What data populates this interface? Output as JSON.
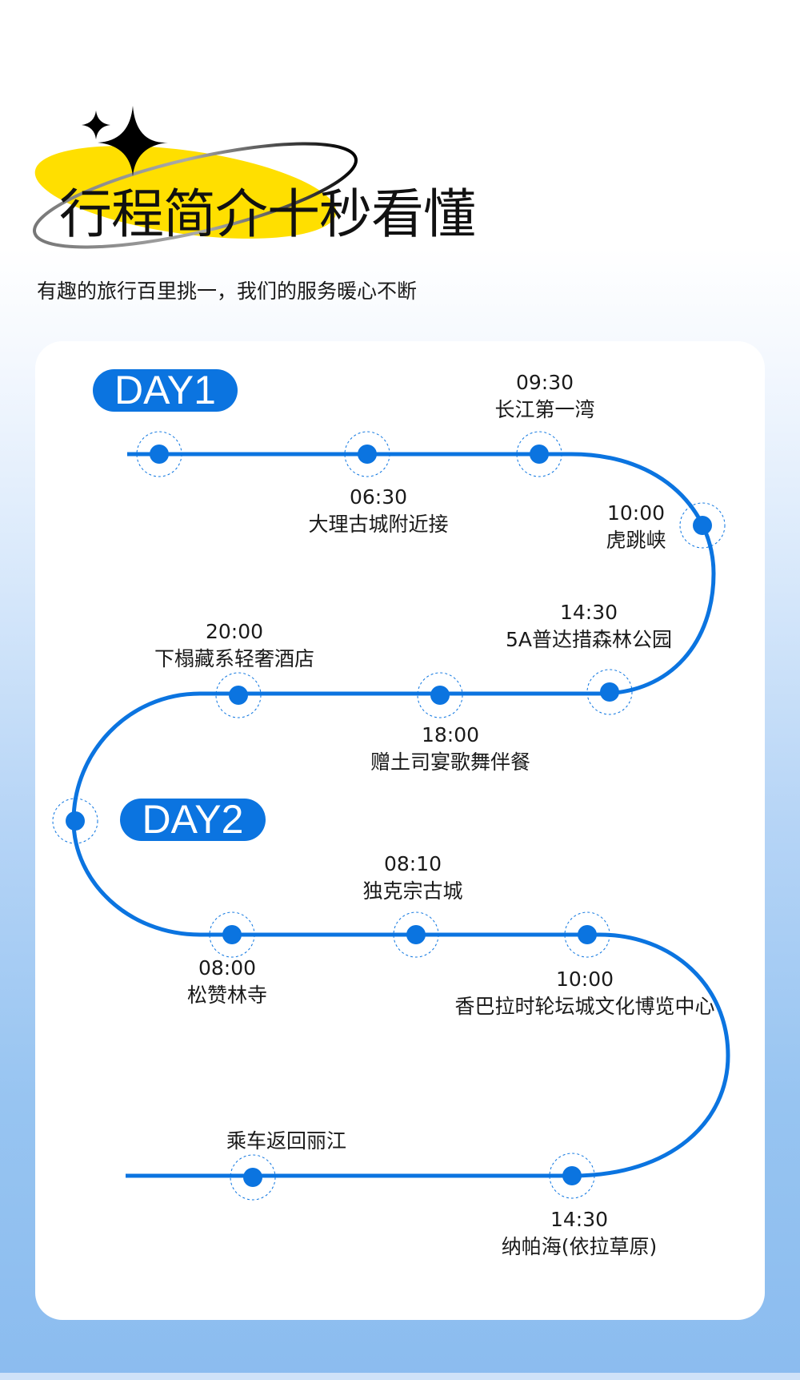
{
  "header": {
    "title": "行程简介十秒看懂",
    "subtitle": "有趣的旅行百里挑一，我们的服务暖心不断"
  },
  "colors": {
    "accent": "#0b74e0",
    "highlight": "#ffdf00"
  },
  "days": [
    {
      "label": "DAY1"
    },
    {
      "label": "DAY2"
    }
  ],
  "stops": [
    {
      "time": "06:30",
      "name": "大理古城附近接"
    },
    {
      "time": "09:30",
      "name": "长江第一湾"
    },
    {
      "time": "10:00",
      "name": "虎跳峡"
    },
    {
      "time": "14:30",
      "name": "5A普达措森林公园"
    },
    {
      "time": "18:00",
      "name": "赠土司宴歌舞伴餐"
    },
    {
      "time": "20:00",
      "name": "下榻藏系轻奢酒店"
    },
    {
      "time": "08:10",
      "name": "独克宗古城"
    },
    {
      "time": "08:00",
      "name": "松赞林寺"
    },
    {
      "time": "10:00",
      "name": "香巴拉时轮坛城文化博览中心"
    },
    {
      "name": "乘车返回丽江"
    },
    {
      "time": "14:30",
      "name": "纳帕海(依拉草原)"
    }
  ]
}
